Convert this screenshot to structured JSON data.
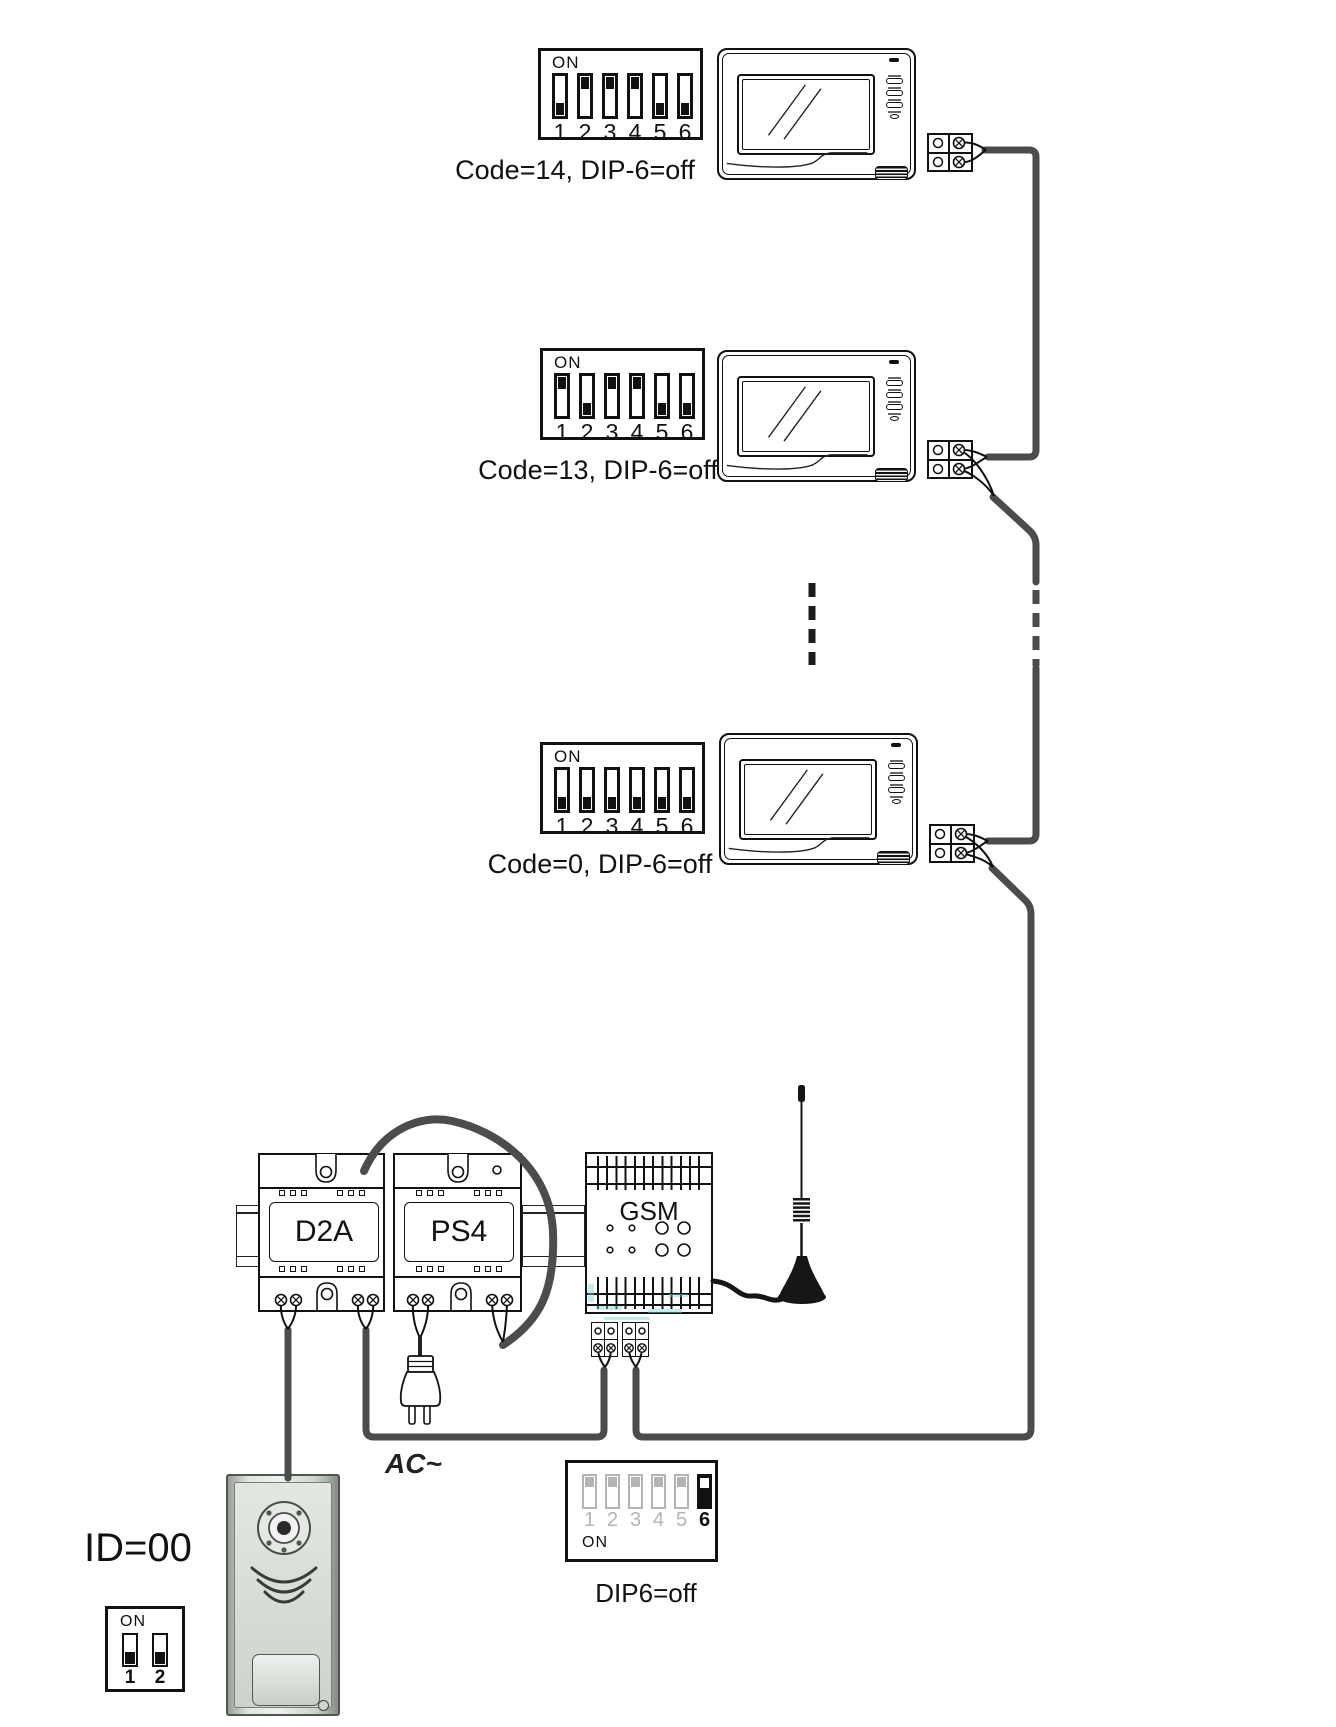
{
  "monitor_rows": [
    {
      "code_label": "Code=14, DIP-6=off",
      "dip": {
        "on_label": "ON",
        "numbers": [
          "1",
          "2",
          "3",
          "4",
          "5",
          "6"
        ],
        "states": [
          "off",
          "on",
          "on",
          "on",
          "off",
          "off"
        ]
      }
    },
    {
      "code_label": "Code=13, DIP-6=off",
      "dip": {
        "on_label": "ON",
        "numbers": [
          "1",
          "2",
          "3",
          "4",
          "5",
          "6"
        ],
        "states": [
          "on",
          "off",
          "on",
          "on",
          "off",
          "off"
        ]
      }
    },
    {
      "code_label": "Code=0, DIP-6=off",
      "dip": {
        "on_label": "ON",
        "numbers": [
          "1",
          "2",
          "3",
          "4",
          "5",
          "6"
        ],
        "states": [
          "off",
          "off",
          "off",
          "off",
          "off",
          "off"
        ]
      }
    }
  ],
  "modules": {
    "distributor_label": "D2A",
    "power_label": "PS4",
    "gsm_label": "GSM"
  },
  "ac_label": "AC~",
  "gsm_dip": {
    "label": "DIP6=off",
    "on_label": "ON",
    "numbers": [
      "1",
      "2",
      "3",
      "4",
      "5",
      "6"
    ],
    "states": [
      "ghost",
      "ghost",
      "ghost",
      "ghost",
      "ghost",
      "blackoff"
    ]
  },
  "door_station": {
    "id_label": "ID=00",
    "dip": {
      "on_label": "ON",
      "numbers": [
        "1",
        "2"
      ],
      "states": [
        "off",
        "off"
      ]
    }
  },
  "colors": {
    "wire": "#4c4c4c",
    "ink": "#111111",
    "ghost": "#b4b4b4"
  }
}
